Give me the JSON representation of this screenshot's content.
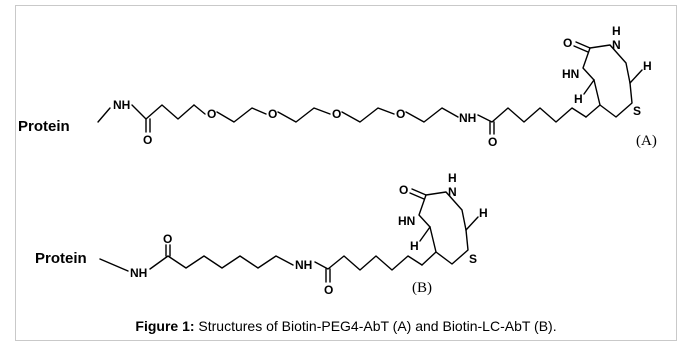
{
  "structure_a": {
    "protein": "Protein",
    "nh_left": "NH",
    "carbonyl_o_left": "O",
    "ether_o_1": "O",
    "ether_o_2": "O",
    "ether_o_3": "O",
    "ether_o_4": "O",
    "nh_right": "NH",
    "carbonyl_o_right": "O",
    "biotin_o": "O",
    "biotin_n": "N",
    "biotin_h_top": "H",
    "biotin_hn": "HN",
    "biotin_h_right": "H",
    "biotin_h_left": "H",
    "biotin_s": "S",
    "tag": "(A)"
  },
  "structure_b": {
    "protein": "Protein",
    "nh_left": "NH",
    "carbonyl_o_left": "O",
    "nh_right": "NH",
    "carbonyl_o_right": "O",
    "biotin_o": "O",
    "biotin_n": "N",
    "biotin_h_top": "H",
    "biotin_hn": "HN",
    "biotin_h_right": "H",
    "biotin_h_left": "H",
    "biotin_s": "S",
    "tag": "(B)"
  },
  "caption": {
    "label": "Figure 1:",
    "text": " Structures of Biotin-PEG4-AbT (A) and Biotin-LC-AbT (B)."
  }
}
